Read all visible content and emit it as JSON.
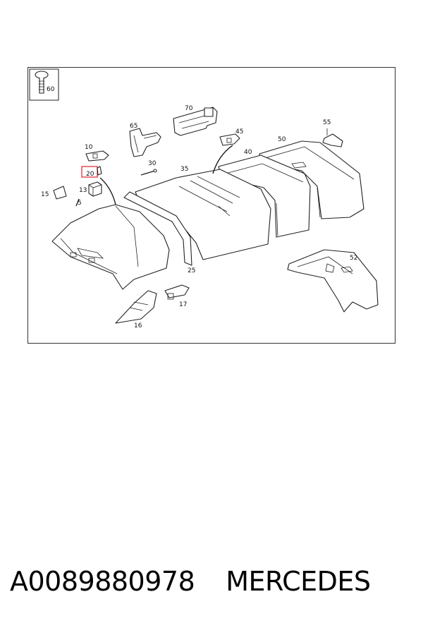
{
  "diagram": {
    "callouts": {
      "c60": "60",
      "c70": "70",
      "c65": "65",
      "c55": "55",
      "c45": "45",
      "c50": "50",
      "c10": "10",
      "c40": "40",
      "c30": "30",
      "c35": "35",
      "c20": "20",
      "c13": "13",
      "c15": "15",
      "c5": "5",
      "c52": "52",
      "c25": "25",
      "c17": "17",
      "c16": "16"
    },
    "highlight_color": "#e0404a"
  },
  "caption": {
    "part_number": "A0089880978",
    "brand": "MERCEDES"
  }
}
